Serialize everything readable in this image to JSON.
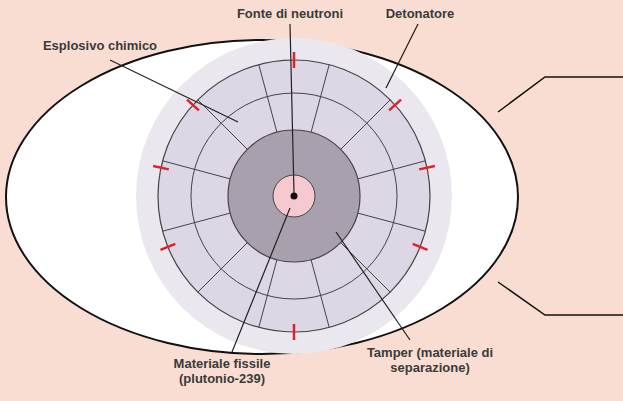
{
  "diagram": {
    "labels": [
      "Fonte di neutroni",
      "Detonatore",
      "Esplosivo chimico",
      "Materiale fissile (plutonio-239)",
      "Tamper (materiale di separazione)"
    ]
  }
}
